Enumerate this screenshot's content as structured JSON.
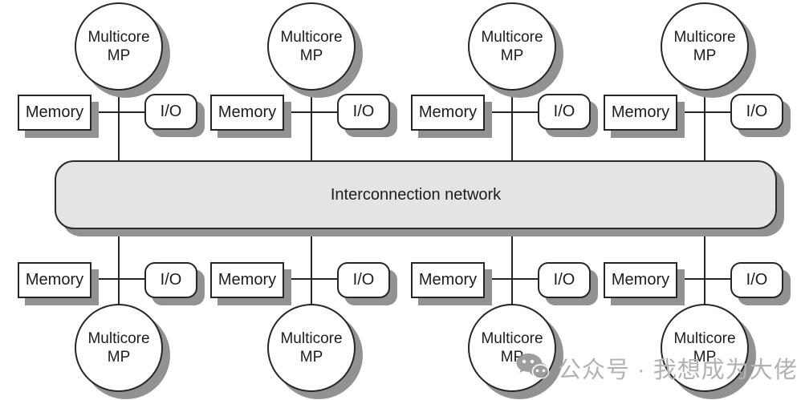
{
  "diagram": {
    "network_label": "Interconnection network",
    "node": {
      "multicore_line1": "Multicore",
      "multicore_line2": "MP",
      "memory_label": "Memory",
      "io_label": "I/O"
    },
    "cluster_count": 8
  },
  "watermark": {
    "text": "公众号 · 我想成为大佬"
  },
  "colors": {
    "line": "#262626",
    "node_fill": "#ffffff",
    "network_fill": "#e4e4e4",
    "shadow": "#929292",
    "watermark_text": "#b2b2b2"
  }
}
